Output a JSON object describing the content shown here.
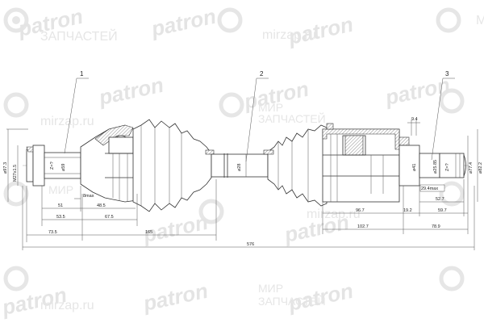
{
  "drawing": {
    "title": "Drive shaft (CV axle) technical drawing",
    "part_labels": [
      {
        "id": "1",
        "text": "1"
      },
      {
        "id": "2",
        "text": "2"
      },
      {
        "id": "3",
        "text": "3"
      }
    ],
    "diameters": {
      "left_outer": "⌀97.3",
      "left_thread": "M27x1.5",
      "left_spline": "⌀59",
      "left_spline_profile": "Z=?",
      "shaft": "⌀28",
      "right_seal": "⌀41",
      "right_spline": "⌀25.85",
      "right_spline_profile": "Z=?",
      "right_shoulder": "⌀77.4",
      "right_outer": "⌀82.2"
    },
    "dimensions": {
      "d_8max": "8max",
      "d_51": "51",
      "d_48_5": "48.5",
      "d_53_5": "53.5",
      "d_67_5": "67.5",
      "d_73_5": "73.5",
      "d_165": "165",
      "d_576": "576",
      "d_9_4": "9.4",
      "d_29_4max": "29.4max",
      "d_52_7": "52.7",
      "d_96_7": "96.7",
      "d_19_2": "19.2",
      "d_59_7": "59.7",
      "d_102_7": "102.7",
      "d_78_9": "78.9"
    }
  },
  "watermarks": {
    "brand": "patron",
    "site": "mirzap.ru",
    "line1": "МИР",
    "line2": "ЗАПЧАСТЕЙ"
  },
  "colors": {
    "line": "#333333",
    "watermark": "#e4e4e4",
    "background": "#ffffff"
  }
}
